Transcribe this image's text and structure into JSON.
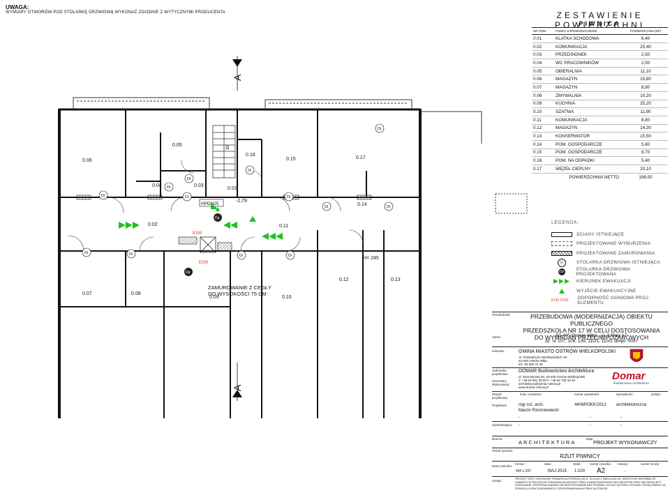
{
  "notes": {
    "title": "UWAGA:",
    "body": "WYMIARY OTWORÓW POD STOLARKĘ DRZWIOWĄ WYKONAĆ ZGODNIE Z WYTYCZNYMI PRODUCENTA"
  },
  "area_table": {
    "title": "ZESTAWIENIE POWIERZCHNI",
    "subtitle": "PIWNICA",
    "headers": [
      "NR POM.",
      "FUNKCJA/PRZEZNACZENIE",
      "POWIERZCHNIA [M²]"
    ],
    "rows": [
      {
        "nr": "0.01",
        "name": "KLATKA SCHODOWA",
        "area": "6,40"
      },
      {
        "nr": "0.02",
        "name": "KOMUNIKACJA",
        "area": "25,40"
      },
      {
        "nr": "0.03",
        "name": "PRZEDSIONEK",
        "area": "2,50"
      },
      {
        "nr": "0.04",
        "name": "WC PRACOWNIKÓW",
        "area": "2,00"
      },
      {
        "nr": "0.05",
        "name": "OBIERALNIA",
        "area": "11,10"
      },
      {
        "nr": "0.06",
        "name": "MAGAZYN",
        "area": "15,80"
      },
      {
        "nr": "0.07",
        "name": "MAGAZYN",
        "area": "8,90"
      },
      {
        "nr": "0.08",
        "name": "ZMYWALNIA",
        "area": "10,20"
      },
      {
        "nr": "0.09",
        "name": "KUCHNIA",
        "area": "25,20"
      },
      {
        "nr": "0.10",
        "name": "SZATNIA",
        "area": "11,90"
      },
      {
        "nr": "0.11",
        "name": "KOMUNIKACJA",
        "area": "8,80"
      },
      {
        "nr": "0.12",
        "name": "MAGAZYN",
        "area": "14,30"
      },
      {
        "nr": "0.13",
        "name": "KONSERWATOR",
        "area": "15,50"
      },
      {
        "nr": "0.14",
        "name": "POM. GOSPODARCZE",
        "area": "5,80"
      },
      {
        "nr": "0.15",
        "name": "POM. GOSPODARCZE",
        "area": "8,70"
      },
      {
        "nr": "0.16",
        "name": "POM. NA ODPADKI",
        "area": "5,40"
      },
      {
        "nr": "0.17",
        "name": "WĘZEŁ CIEPLNY",
        "area": "20,10"
      }
    ],
    "total_label": "POWIERZCHNIA NETTO",
    "total_value": "198,00"
  },
  "plan": {
    "section_marker": "A",
    "elevation": "-2,79",
    "height_note": "H= 245",
    "wall_note_line1": "ZAMUROWANIE Z CEGŁY",
    "wall_note_line2": "DO WYSOKOŚCI 75 CM",
    "hydrant_label": "HPDN25",
    "fire_rating": "EI30",
    "door_existing": "Di",
    "door_projected": "Dp",
    "stair_label": "30",
    "rooms": [
      "0.01",
      "0.02",
      "0.03",
      "0.04",
      "0.05",
      "0.06",
      "0.07",
      "0.08",
      "0.09",
      "0.10",
      "0.11",
      "0.12",
      "0.13",
      "0.14",
      "0.15",
      "0.16",
      "0.17"
    ]
  },
  "legend": {
    "title": "LEGENDA:",
    "items": [
      {
        "label": "ŚCIANY ISTNIEJĄCE",
        "symbol": "wall-existing"
      },
      {
        "label": "PROJEKTOWANE WYBURZENIA",
        "symbol": "demolition"
      },
      {
        "label": "PROJEKTOWANE ZAMUROWANIA",
        "symbol": "infill"
      },
      {
        "label": "STOLARKA DRZWIOWA ISTNIEJĄCA",
        "symbol": "Di"
      },
      {
        "label": "STOLARKA DRZWIOWA PROJEKTOWANA",
        "symbol": "Dp"
      },
      {
        "label": "KIERUNEK EWAKUACJI",
        "symbol": "arrows"
      },
      {
        "label": "WYJŚCIE EWAKUACYJNE",
        "symbol": "exit"
      },
      {
        "label": "ODPORNOŚĆ OGNIOWA PROJ. ELEMENTU",
        "symbol": "EI30 EI60"
      }
    ],
    "colors": {
      "evac": "#20c020",
      "fire": "#e03020"
    }
  },
  "title_block": {
    "label_theme": "Temat/obiekt:",
    "project_line1": "PRZEBUDOWA (MODERNIZACJA) OBIEKTU PUBLICZNEGO",
    "project_line2": "PRZEDSZKOLA NR 17 W CELU DOSTOSOWANIA",
    "project_line3": "DO WYMAGAŃ PRZECIWPOŻAROWYCH",
    "label_address": "Adres:",
    "address_line1": "63-400 Ostrów Wlkp., ul. 3 Maja 17",
    "address_line2": "dz. nr 107, 108, 109, 110/1, 110/2 obręb: 0097",
    "label_investor": "Inwestor:",
    "investor_name": "GMINA MIASTO OSTRÓW WIELKOPOLSKI",
    "investor_addr1": "Al. Powstańców Wielkopolskich 18",
    "investor_addr2": "63-400 Ostrów Wlkp.",
    "investor_tel": "tel.: 62 582 24 00",
    "label_designer": "Jednostka projektowa:",
    "label_contractor": "Generalny Wykonawca:",
    "designer_name": "DOMAR Budownictwo Architektura",
    "designer_addr1": "ul. Strumykowa 50, 63-400 Ostrów Wielkopolski",
    "designer_tel": "T. +48 62 551 35 50 F. +48 62 735 16 94",
    "designer_mail": "architektura@domar-ostrow.pl",
    "designer_www": "www.domar-ostrow.pl",
    "logo_text": "Domar",
    "logo_sub": "budownictwo architektura",
    "label_team": "Zespół projektowy:",
    "col_name": "imię i nazwisko:",
    "col_license": "numer uprawnień:",
    "col_spec": "specjalność:",
    "col_sign": "podpis :",
    "label_designer2": "Projektant:",
    "designer_person1": "mgr inż. arch.",
    "designer_person2": "Marcin Rześniowiecki",
    "designer_license": "44/WPOKK/2012",
    "designer_spec": "architektoniczna",
    "label_checker": "Sprawdzający:",
    "dash": "-",
    "label_branch": "Branża:",
    "branch_value": "ARCHITEKTURA",
    "label_stage": "Etap:",
    "stage_value": "PROJEKT WYKONAWCZY",
    "label_drawing": "Temat rysunku:",
    "drawing_value": "RZUT PIWNICY",
    "label_dims": "Dane rysunku:",
    "label_format": "format :",
    "format_value": "420 x 297",
    "label_date": "data :",
    "date_value": "MAJ 2015",
    "label_scale": "skala :",
    "scale_value": "1:100",
    "label_sheet": "numer rysunku :",
    "sheet_value": "A2",
    "label_rev": "rewizja :",
    "rev_value": "-",
    "label_page": "numer strony :",
    "label_remarks": "Uwagi:",
    "remarks": "PROJEKT JEST CHRONIONY PRAWEM AUTORSKIM (DZ.U. 94.24.83 Z DNIA 04.02.94). WSZYSTKIE INFORMACJE ZAWARTE W PROJEKCIE STANOWIĄ WŁASNOŚĆ FIRMY DOMAR BUDOWNICTWO ARCHITEKTURA I NIE MOGĄ BYĆ KOPIOWANE, REPRODUKOWANE LUB MODYFIKOWANE BEZ PISEMNEJ ZGODY AUTORA. RYSUNKI OPRACOWANO ZA POMOCĄ LICENCJONOWANEGO OPROGRAMOWANIA FIRMY AUTODESK"
  }
}
